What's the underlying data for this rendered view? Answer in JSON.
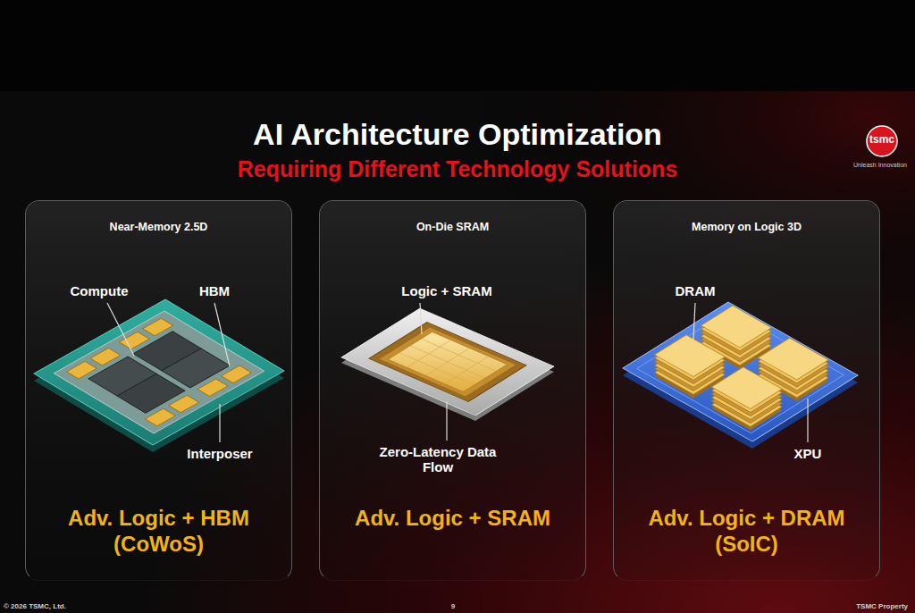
{
  "diagram": {
    "title": "AI Architecture Optimization",
    "nodes": [
      {
        "text": [
          "Near-Memory 2.5D",
          "Adv. Logic + HBM (CoWoS)"
        ]
      },
      {
        "text": [
          "On-Die SRAM",
          "Adv. Logic + SRAM"
        ]
      },
      {
        "text": [
          "Memory on Logic 3D",
          "Adv. Logic + DRAM (SoIC)"
        ]
      }
    ],
    "labels": [
      "Requiring Different Technology Solutions",
      "tsmc",
      "Unleash Innovation",
      "Compute",
      "HBM",
      "Interposer",
      "Logic + SRAM",
      "Zero-Latency Data Flow",
      "DRAM",
      "XPU",
      "© 2026 TSMC, Ltd.",
      "9",
      "TSMC Property"
    ]
  }
}
